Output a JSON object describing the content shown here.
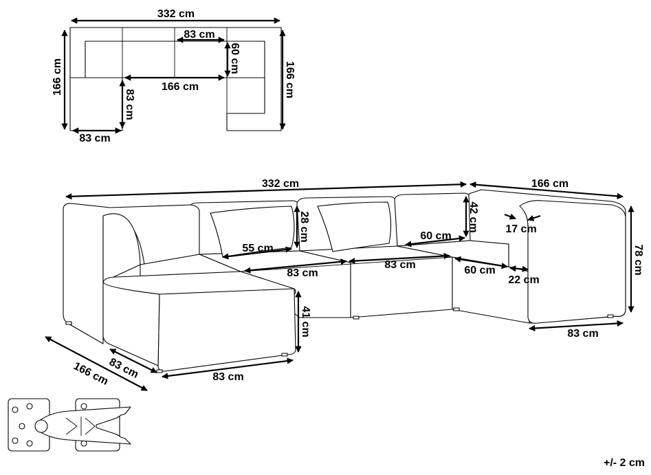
{
  "plan_view": {
    "width_label": "332 cm",
    "depth_left_label": "166 cm",
    "depth_right_label": "166 cm",
    "inner_width_label": "166 cm",
    "seat_width_label": "83 cm",
    "seat_depth_label": "60 cm",
    "chaise_label": "83 cm",
    "bottom_label": "83 cm"
  },
  "perspective_view": {
    "width_label": "332 cm",
    "side_width_label": "166 cm",
    "backrest_height_label": "42 cm",
    "armrest_width_label": "17 cm",
    "pillow_height_label": "28 cm",
    "total_height_label": "78 cm",
    "pillow_width_label": "55 cm",
    "seat_depth_label": "60 cm",
    "module_width_1_label": "83 cm",
    "module_width_2_label": "83 cm",
    "corner_seat_label": "60 cm",
    "arm_offset_label": "22 cm",
    "seat_height_label": "41 cm",
    "corner_width_label": "83 cm",
    "ottoman_width_label": "83 cm",
    "ottoman_depth_label": "83 cm",
    "total_depth_label": "166 cm"
  },
  "tolerance": "+/- 2 cm"
}
